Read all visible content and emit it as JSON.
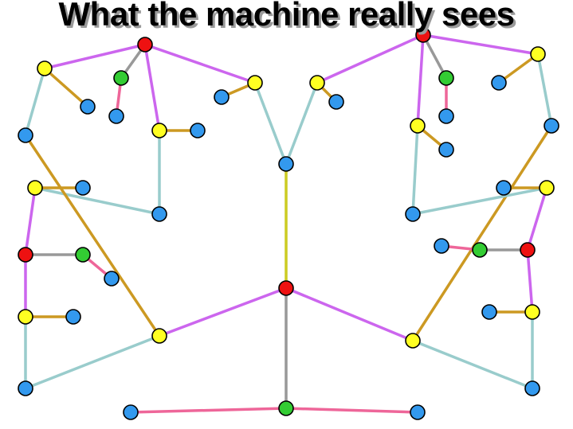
{
  "title": "What the machine really sees",
  "colors": {
    "node": {
      "red": "#ee1111",
      "yellow": "#ffff22",
      "green": "#33cc33",
      "blue": "#3399ee"
    },
    "edge": {
      "purple": "#cc66ee",
      "cyan": "#99cccc",
      "gold": "#cc9922",
      "gray": "#999999",
      "pink": "#ee6699",
      "lime": "#cccc22"
    }
  },
  "nodes": [
    {
      "id": "c",
      "color": "red"
    },
    {
      "id": "lt",
      "color": "red"
    },
    {
      "id": "rt",
      "color": "red"
    },
    {
      "id": "lm",
      "color": "red"
    },
    {
      "id": "rm",
      "color": "red"
    },
    {
      "id": "y1",
      "color": "yellow"
    },
    {
      "id": "y2",
      "color": "yellow"
    },
    {
      "id": "y3",
      "color": "yellow"
    },
    {
      "id": "y4",
      "color": "yellow"
    },
    {
      "id": "y5",
      "color": "yellow"
    },
    {
      "id": "y6",
      "color": "yellow"
    },
    {
      "id": "y7",
      "color": "yellow"
    },
    {
      "id": "y8",
      "color": "yellow"
    },
    {
      "id": "y9",
      "color": "yellow"
    },
    {
      "id": "y10",
      "color": "yellow"
    },
    {
      "id": "y11",
      "color": "yellow"
    },
    {
      "id": "y12",
      "color": "yellow"
    },
    {
      "id": "g1",
      "color": "green"
    },
    {
      "id": "g2",
      "color": "green"
    },
    {
      "id": "g3",
      "color": "green"
    },
    {
      "id": "g4",
      "color": "green"
    },
    {
      "id": "g5",
      "color": "green"
    },
    {
      "id": "b1",
      "color": "blue"
    },
    {
      "id": "b2",
      "color": "blue"
    },
    {
      "id": "b3",
      "color": "blue"
    },
    {
      "id": "b4",
      "color": "blue"
    },
    {
      "id": "b5",
      "color": "blue"
    },
    {
      "id": "b6",
      "color": "blue"
    },
    {
      "id": "b7",
      "color": "blue"
    },
    {
      "id": "b8",
      "color": "blue"
    },
    {
      "id": "b9",
      "color": "blue"
    },
    {
      "id": "b10",
      "color": "blue"
    },
    {
      "id": "b11",
      "color": "blue"
    },
    {
      "id": "b12",
      "color": "blue"
    },
    {
      "id": "b13",
      "color": "blue"
    },
    {
      "id": "b14",
      "color": "blue"
    },
    {
      "id": "b15",
      "color": "blue"
    },
    {
      "id": "b16",
      "color": "blue"
    },
    {
      "id": "b17",
      "color": "blue"
    },
    {
      "id": "b18",
      "color": "blue"
    },
    {
      "id": "b19",
      "color": "blue"
    },
    {
      "id": "b20",
      "color": "blue"
    },
    {
      "id": "b21",
      "color": "blue"
    },
    {
      "id": "b22",
      "color": "blue"
    },
    {
      "id": "b23",
      "color": "blue"
    },
    {
      "id": "b24",
      "color": "blue"
    }
  ],
  "edges": [
    {
      "from": "c",
      "to": "y1",
      "color": "purple"
    },
    {
      "from": "c",
      "to": "y2",
      "color": "purple"
    },
    {
      "from": "c",
      "to": "b1",
      "color": "lime"
    },
    {
      "from": "c",
      "to": "g1",
      "color": "gray"
    },
    {
      "from": "g1",
      "to": "b2",
      "color": "pink"
    },
    {
      "from": "g1",
      "to": "b3",
      "color": "pink"
    },
    {
      "from": "b1",
      "to": "y3",
      "color": "cyan"
    },
    {
      "from": "b1",
      "to": "y4",
      "color": "cyan"
    },
    {
      "from": "y3",
      "to": "lt",
      "color": "purple"
    },
    {
      "from": "y3",
      "to": "b4",
      "color": "gold"
    },
    {
      "from": "y4",
      "to": "rt",
      "color": "purple"
    },
    {
      "from": "y4",
      "to": "b5",
      "color": "gold"
    },
    {
      "from": "lt",
      "to": "y5",
      "color": "purple"
    },
    {
      "from": "lt",
      "to": "g2",
      "color": "gray"
    },
    {
      "from": "lt",
      "to": "y6",
      "color": "purple"
    },
    {
      "from": "g2",
      "to": "b6",
      "color": "pink"
    },
    {
      "from": "y5",
      "to": "b7",
      "color": "gold"
    },
    {
      "from": "y5",
      "to": "b8",
      "color": "cyan"
    },
    {
      "from": "b8",
      "to": "y7",
      "color": "cyan"
    },
    {
      "from": "y7",
      "to": "b9",
      "color": "gold"
    },
    {
      "from": "y7",
      "to": "lm",
      "color": "purple"
    },
    {
      "from": "lm",
      "to": "g3",
      "color": "gray"
    },
    {
      "from": "g3",
      "to": "b10",
      "color": "pink"
    },
    {
      "from": "lm",
      "to": "y8",
      "color": "purple"
    },
    {
      "from": "y8",
      "to": "b11",
      "color": "gold"
    },
    {
      "from": "y8",
      "to": "b12",
      "color": "cyan"
    },
    {
      "from": "b12",
      "to": "y1",
      "color": "cyan"
    },
    {
      "from": "y6",
      "to": "b13",
      "color": "gold"
    },
    {
      "from": "y6",
      "to": "b14",
      "color": "cyan"
    },
    {
      "from": "b14",
      "to": "y1",
      "color": "gold"
    },
    {
      "from": "rt",
      "to": "g4",
      "color": "gray"
    },
    {
      "from": "g4",
      "to": "b15",
      "color": "pink"
    },
    {
      "from": "rt",
      "to": "y9",
      "color": "purple"
    },
    {
      "from": "rt",
      "to": "y10",
      "color": "purple"
    },
    {
      "from": "y10",
      "to": "b16",
      "color": "gold"
    },
    {
      "from": "y10",
      "to": "b17",
      "color": "cyan"
    },
    {
      "from": "b17",
      "to": "y2",
      "color": "gold"
    },
    {
      "from": "y9",
      "to": "b18",
      "color": "gold"
    },
    {
      "from": "y9",
      "to": "b19",
      "color": "cyan"
    },
    {
      "from": "b19",
      "to": "y11",
      "color": "cyan"
    },
    {
      "from": "y11",
      "to": "b20",
      "color": "gold"
    },
    {
      "from": "y11",
      "to": "rm",
      "color": "purple"
    },
    {
      "from": "rm",
      "to": "g5",
      "color": "gray"
    },
    {
      "from": "g5",
      "to": "b21",
      "color": "pink"
    },
    {
      "from": "rm",
      "to": "y12",
      "color": "purple"
    },
    {
      "from": "y12",
      "to": "b22",
      "color": "gold"
    },
    {
      "from": "y12",
      "to": "b23",
      "color": "cyan"
    },
    {
      "from": "b23",
      "to": "y2",
      "color": "cyan"
    }
  ]
}
